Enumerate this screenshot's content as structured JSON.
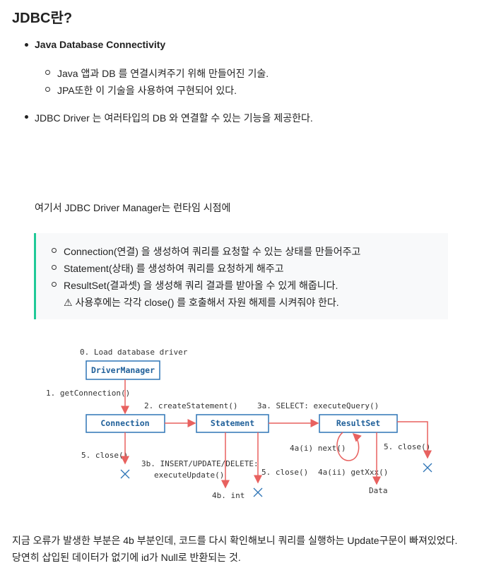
{
  "title": "JDBC란?",
  "bullets": {
    "b1": "Java Database Connectivity",
    "b1_sub": [
      "Java 앱과 DB 를 연결시켜주기 위해 만들어진 기술.",
      "JPA또한 이 기술을 사용하여 구현되어 있다."
    ],
    "b2": "JDBC Driver 는 여러타입의 DB 와 연결할 수 있는 기능을 제공한다."
  },
  "para1": "여기서 JDBC Driver Manager는 런타임 시점에",
  "quote": {
    "items": [
      "Connection(연결) 을 생성하여 쿼리를 요청할 수 있는 상태를 만들어주고",
      "Statement(상태) 를 생성하여 쿼리를 요청하게 해주고",
      "ResultSet(결과셋) 을 생성해 쿼리 결과를 받아올 수 있게 해줍니다."
    ],
    "warning": "⚠ 사용후에는 각각 close() 를 호출해서 자원 해제를 시켜줘야 한다."
  },
  "diagram": {
    "load": "0. Load database driver",
    "driver_manager": "DriverManager",
    "get_connection": "1. getConnection()",
    "connection": "Connection",
    "create_statement": "2. createStatement()",
    "statement": "Statement",
    "execute_query": "3a. SELECT: executeQuery()",
    "result_set": "ResultSet",
    "close1": "5. close()",
    "execute_update1": "3b. INSERT/UPDATE/DELETE:",
    "execute_update2": "executeUpdate()",
    "int": "4b. int",
    "close2": "5. close()",
    "next": "4a(i) next()",
    "get_xxx": "4a(ii) getXxx()",
    "data": "Data",
    "close3": "5. close()"
  },
  "para2": "지금 오류가 발생한 부분은 4b 부분인데, 코드를 다시 확인해보니 쿼리를 실행하는 Update구문이 빠져있었다.",
  "para3": "당연히 삽입된 데이터가 없기에 id가 Null로 반환되는 것."
}
